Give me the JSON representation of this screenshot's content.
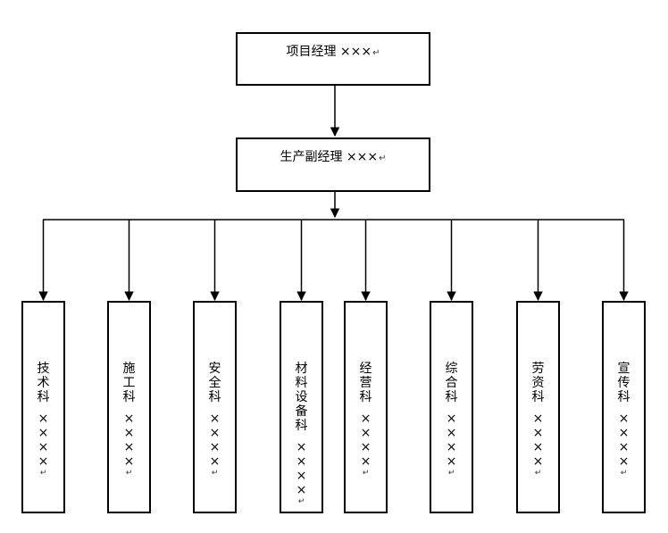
{
  "top": {
    "pm": "项目经理 ×××",
    "vpm": "生产副经理 ×××",
    "return_mark": "↵"
  },
  "departments": [
    {
      "name": "技术科",
      "person": "××××"
    },
    {
      "name": "施工科",
      "person": "××××"
    },
    {
      "name": "安全科",
      "person": "××××"
    },
    {
      "name": "材料设备科",
      "person": "××××"
    },
    {
      "name": "经营科",
      "person": "××××"
    },
    {
      "name": "综合科",
      "person": "××××"
    },
    {
      "name": "劳资科",
      "person": "××××"
    },
    {
      "name": "宣传科",
      "person": "××××"
    }
  ],
  "dept_mark": "↵"
}
